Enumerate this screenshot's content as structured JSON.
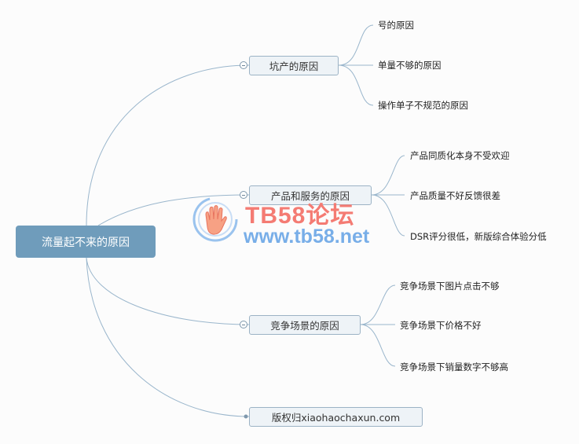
{
  "root": {
    "label": "流量起不来的原因"
  },
  "branches": [
    {
      "label": "坑产的原因",
      "children": [
        "号的原因",
        "单量不够的原因",
        "操作单子不规范的原因"
      ]
    },
    {
      "label": "产品和服务的原因",
      "children": [
        "产品同质化本身不受欢迎",
        "产品质量不好反馈很差",
        "DSR评分很低，新版综合体验分低"
      ]
    },
    {
      "label": "竞争场景的原因",
      "children": [
        "竞争场景下图片点击不够",
        "竞争场景下价格不好",
        "竞争场景下销量数字不够高"
      ]
    },
    {
      "label": "版权归xiaohaochaxun.com",
      "children": []
    }
  ],
  "watermark": {
    "title": "TB58论坛",
    "url": "www.tb58.net"
  },
  "colors": {
    "root_fill": "#6f9cbb",
    "branch_fill": "#eef3f7",
    "line": "#9ab6cc",
    "watermark_red": "#f47b73",
    "watermark_blue": "#78aee8"
  }
}
